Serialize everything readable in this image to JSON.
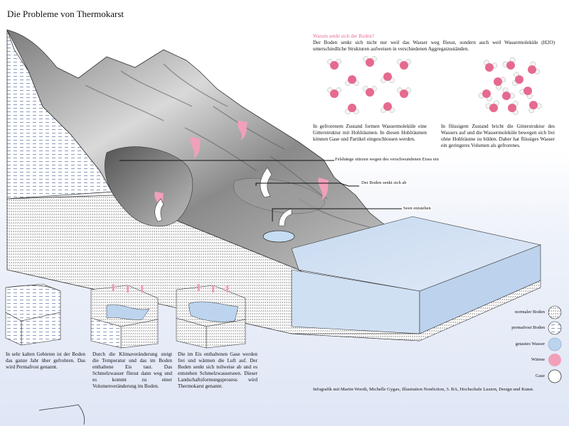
{
  "title": "Die Probleme von Thermokarst",
  "info": {
    "heading": "Warum senkt sich der Boden?",
    "body": "Der Boden senkt sich nicht nur weil das Wasser weg fliesst, sondern auch weil Wassermoleküle (H2O) unterschiedliche Strukturen aufweisen in verschiedenen Aggregatzuständen.",
    "frozen_text": "In gefrorenem Zustand formen Wassermoleküle eine Gitterstruktur mit Hohlräumen. In diesen Hohlräumen können Gase und Partikel eingeschlossen werden.",
    "liquid_text": "In flüssigem Zustand bricht die Gitterstruktur des Wassers auf und die Wassermoleküle bewegen sich frei ohne Hohlräume zu bilden. Daher hat flüssiges Wasser ein geringeres Volumen als gefrorenes."
  },
  "annotations": {
    "slopes": "Felshänge stürzen wegen des verschwundenen Eises ein",
    "sinks": "Der Boden senkt sich ab",
    "lakes": "Seen entstehen"
  },
  "steps": [
    "In sehr kalten Gebieten ist der Boden das ganze Jahr über gefrohren. Das wird Permafrost genannt.",
    "Durch die Klimaveränderung steigt die Temperatur und das im Boden enthaltene Eis taut. Das Schmelzwasser fliesst dann weg und es kommt zu einer Volumenveränderung im Boden.",
    "Die im Eis enthaltenen Gase werden frei und wärmen die Luft auf. Der Boden senkt sich teilweise ab und es entstehen Schmelzwasserseen. Dieser Landschaftsformungsprozess wird Thermokarst genannt."
  ],
  "legend": [
    {
      "label": "normaler Boden",
      "kind": "normal"
    },
    {
      "label": "permafrost Boden",
      "kind": "permafrost"
    },
    {
      "label": "getautes Wasser",
      "kind": "water"
    },
    {
      "label": "Wärme",
      "kind": "heat"
    },
    {
      "label": "Gase",
      "kind": "gas"
    }
  ],
  "credit": "Infografik mit Martin Wooth, Michelle Gygax, Illustration Nonfiction, 3. BA, Hochschule Luzern, Design und Kunst.",
  "colors": {
    "heat": "#f0a0b8",
    "water": "#bcd4ee",
    "rock": "#9a9a9a",
    "accent_pink": "#e66a8f"
  }
}
